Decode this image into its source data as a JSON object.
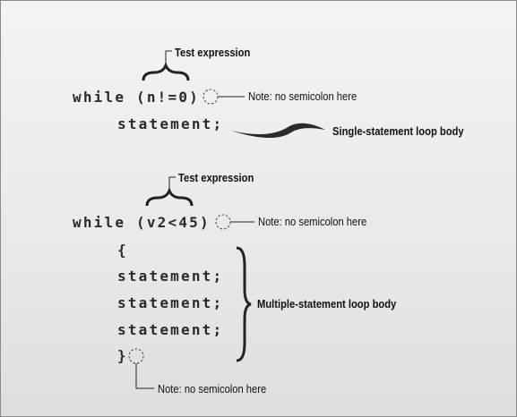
{
  "example1": {
    "header": "while (n!=0)",
    "body": "statement;",
    "test_label": "Test expression",
    "semicolon_note": "Note: no semicolon here",
    "body_label": "Single-statement loop body"
  },
  "example2": {
    "header": "while (v2<45)",
    "open_brace": "{",
    "statements": [
      "statement;",
      "statement;",
      "statement;"
    ],
    "close_brace": "}",
    "test_label": "Test expression",
    "semicolon_note": "Note: no semicolon here",
    "body_label": "Multiple-statement loop body",
    "brace_note": "Note: no semicolon here"
  }
}
